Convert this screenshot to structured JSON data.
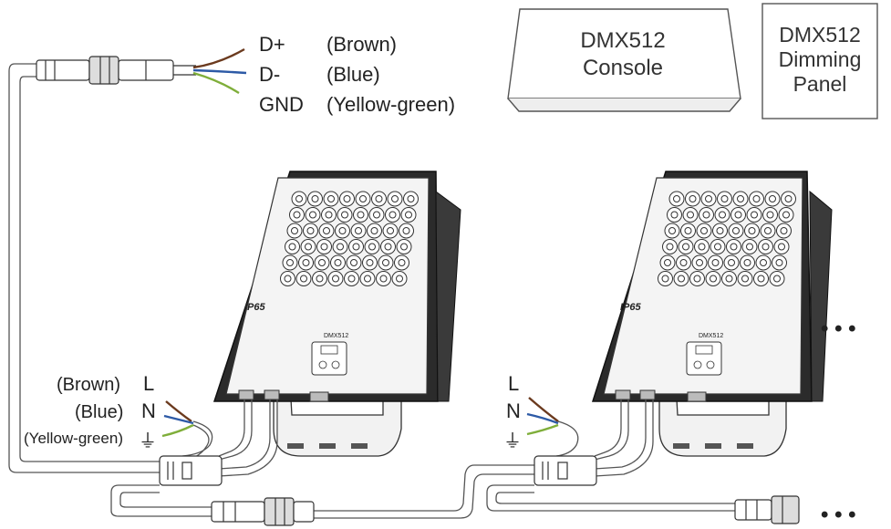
{
  "signal_wires": {
    "dplus": {
      "name": "D+",
      "color_label": "(Brown)",
      "wire_color": "#6b3a1e"
    },
    "dminus": {
      "name": "D-",
      "color_label": "(Blue)",
      "wire_color": "#2d5aa6"
    },
    "gnd": {
      "name": "GND",
      "color_label": "(Yellow-green)",
      "wire_color": "#7fae3a"
    }
  },
  "console": {
    "line1": "DMX512",
    "line2": "Console"
  },
  "panel": {
    "line1": "DMX512",
    "line2": "Dimming",
    "line3": "Panel"
  },
  "fixture_left": {
    "rating": "IP65",
    "module_label": "DMX512"
  },
  "fixture_right": {
    "rating": "IP65",
    "module_label": "DMX512"
  },
  "power_left": {
    "l": "L",
    "l_color": "(Brown)",
    "n": "N",
    "n_color": "(Blue)",
    "ground_color": "(Yellow-green)",
    "ground_symbol": "⏚"
  },
  "power_right": {
    "l": "L",
    "n": "N",
    "ground_symbol": "⏚"
  },
  "continuation": {
    "top": "• • •",
    "bottom": "• • •"
  },
  "colors": {
    "line": "#444444",
    "fixture_body": "#2b2b2b",
    "fixture_face": "#f4f4f4"
  }
}
